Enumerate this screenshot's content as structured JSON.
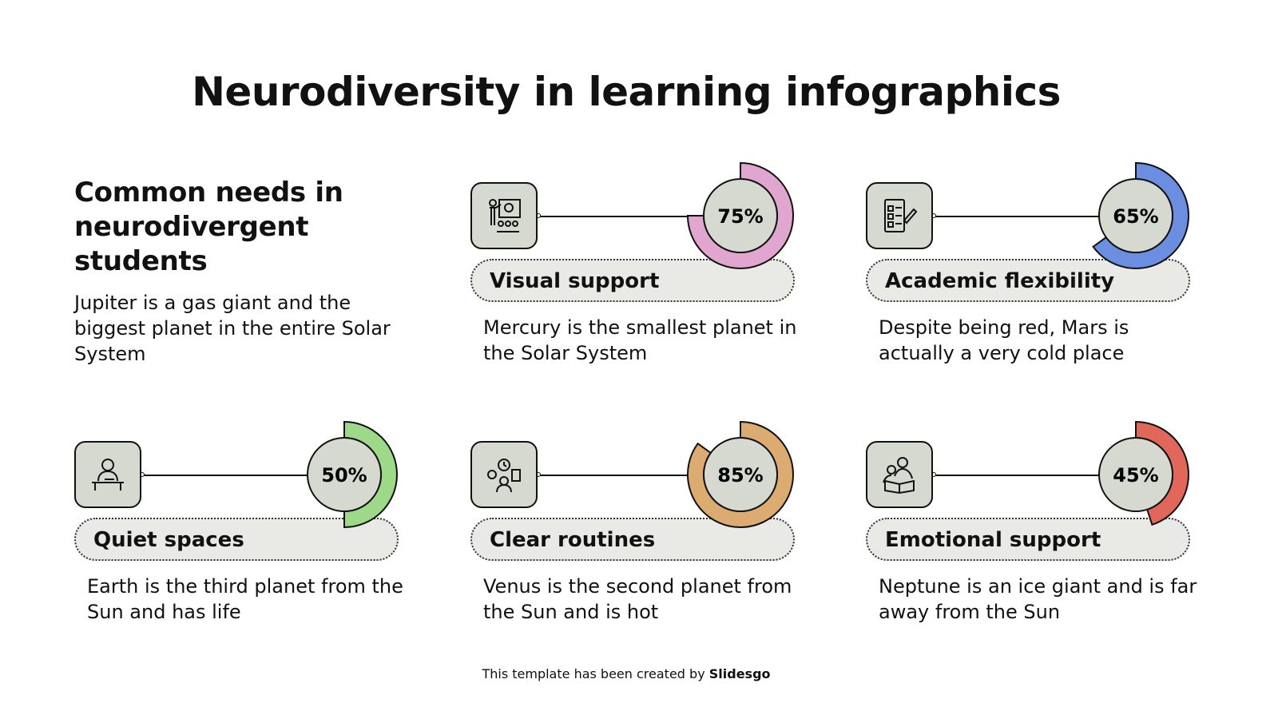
{
  "title": "Neurodiversity in learning infographics",
  "intro": {
    "heading": "Common needs in neurodivergent students",
    "text": "Jupiter is a gas giant and the biggest planet in the entire Solar System"
  },
  "cards": [
    {
      "label": "Visual support",
      "percent": 75,
      "percent_label": "75%",
      "color": "#e0a6cf",
      "icon": "presentation-icon",
      "text": "Mercury is the smallest planet in the Solar System"
    },
    {
      "label": "Academic flexibility",
      "percent": 65,
      "percent_label": "65%",
      "color": "#6b8ee0",
      "icon": "tablet-edit-icon",
      "text": "Despite being red, Mars is actually a very cold place"
    },
    {
      "label": "Quiet spaces",
      "percent": 50,
      "percent_label": "50%",
      "color": "#9ed98a",
      "icon": "student-desk-icon",
      "text": "Earth is the third planet from the Sun and has life"
    },
    {
      "label": "Clear routines",
      "percent": 85,
      "percent_label": "85%",
      "color": "#dcab72",
      "icon": "schedule-icon",
      "text": "Venus is the second planet from the Sun and is hot"
    },
    {
      "label": "Emotional support",
      "percent": 45,
      "percent_label": "45%",
      "color": "#e0675a",
      "icon": "parent-child-reading-icon",
      "text": "Neptune is an ice giant and is far away from the Sun"
    }
  ],
  "footer": {
    "prefix": "This template has been created by ",
    "brand": "Slidesgo"
  }
}
